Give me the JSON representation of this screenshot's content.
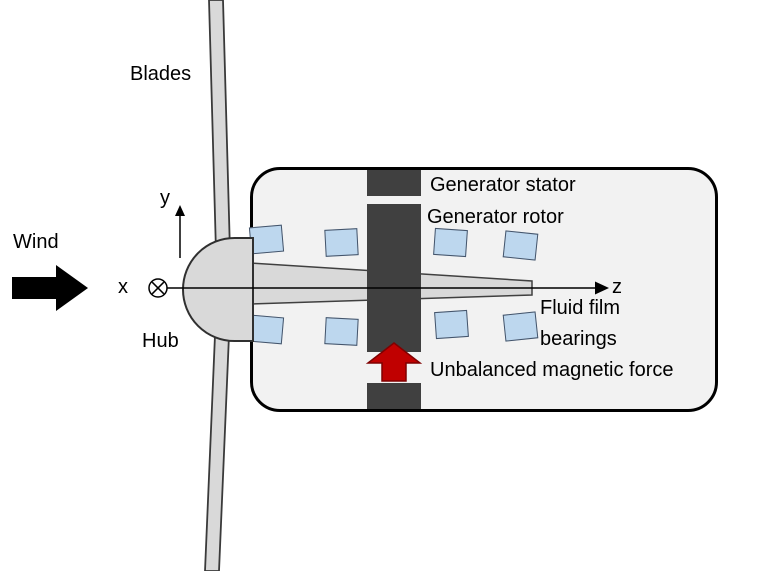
{
  "diagram": {
    "labels": {
      "blades": "Blades",
      "wind": "Wind",
      "hub": "Hub",
      "axis_x": "x",
      "axis_y": "y",
      "axis_z": "z",
      "generator_stator": "Generator stator",
      "generator_rotor": "Generator rotor",
      "fluid_film_line1": "Fluid film",
      "fluid_film_line2": "bearings",
      "unbalanced_magnetic_force": "Unbalanced magnetic force"
    },
    "icons": {
      "wind_arrow": "right-block-arrow",
      "force_arrow": "up-block-arrow",
      "x_axis_symbol": "circled-cross-into-page",
      "y_axis_arrow": "up-line-arrow",
      "z_axis_arrow": "right-line-arrow"
    },
    "colors": {
      "outline": "#000000",
      "dark_gray": "#404040",
      "light_gray": "#d9d9d9",
      "nacelle_fill": "#f2f2f2",
      "bearing_fill": "#bdd7ee",
      "bearing_border": "#44546a",
      "force_red": "#c00000"
    },
    "bearing_count": 8
  }
}
